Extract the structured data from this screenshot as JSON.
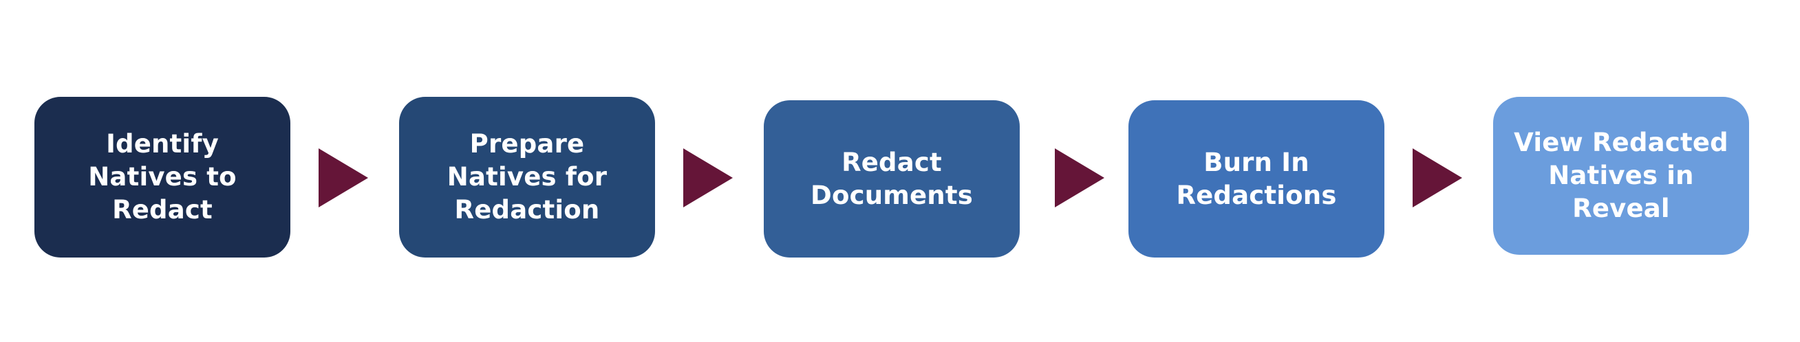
{
  "colors": {
    "step_fills": [
      "#1b2d4f",
      "#254875",
      "#335f97",
      "#3f72b8",
      "#6b9ddd"
    ],
    "arrow": "#651538",
    "text": "#ffffff"
  },
  "steps": [
    {
      "label": "Identify Natives to Redact"
    },
    {
      "label": "Prepare Natives for Redaction"
    },
    {
      "label": "Redact Documents"
    },
    {
      "label": "Burn In Redactions"
    },
    {
      "label": "View Redacted Natives in Reveal"
    }
  ]
}
